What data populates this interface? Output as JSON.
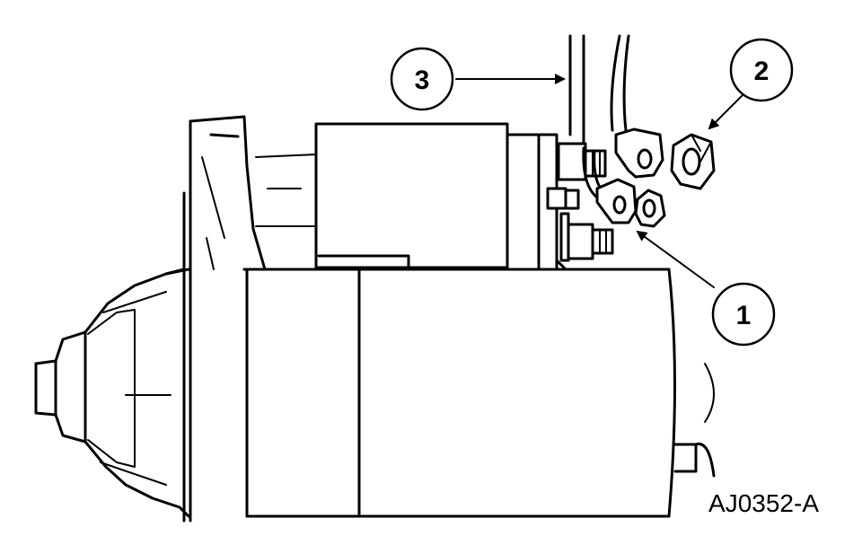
{
  "callouts": [
    {
      "id": "callout-1",
      "label": "1"
    },
    {
      "id": "callout-2",
      "label": "2"
    },
    {
      "id": "callout-3",
      "label": "3"
    }
  ],
  "reference_code": "AJ0352-A"
}
